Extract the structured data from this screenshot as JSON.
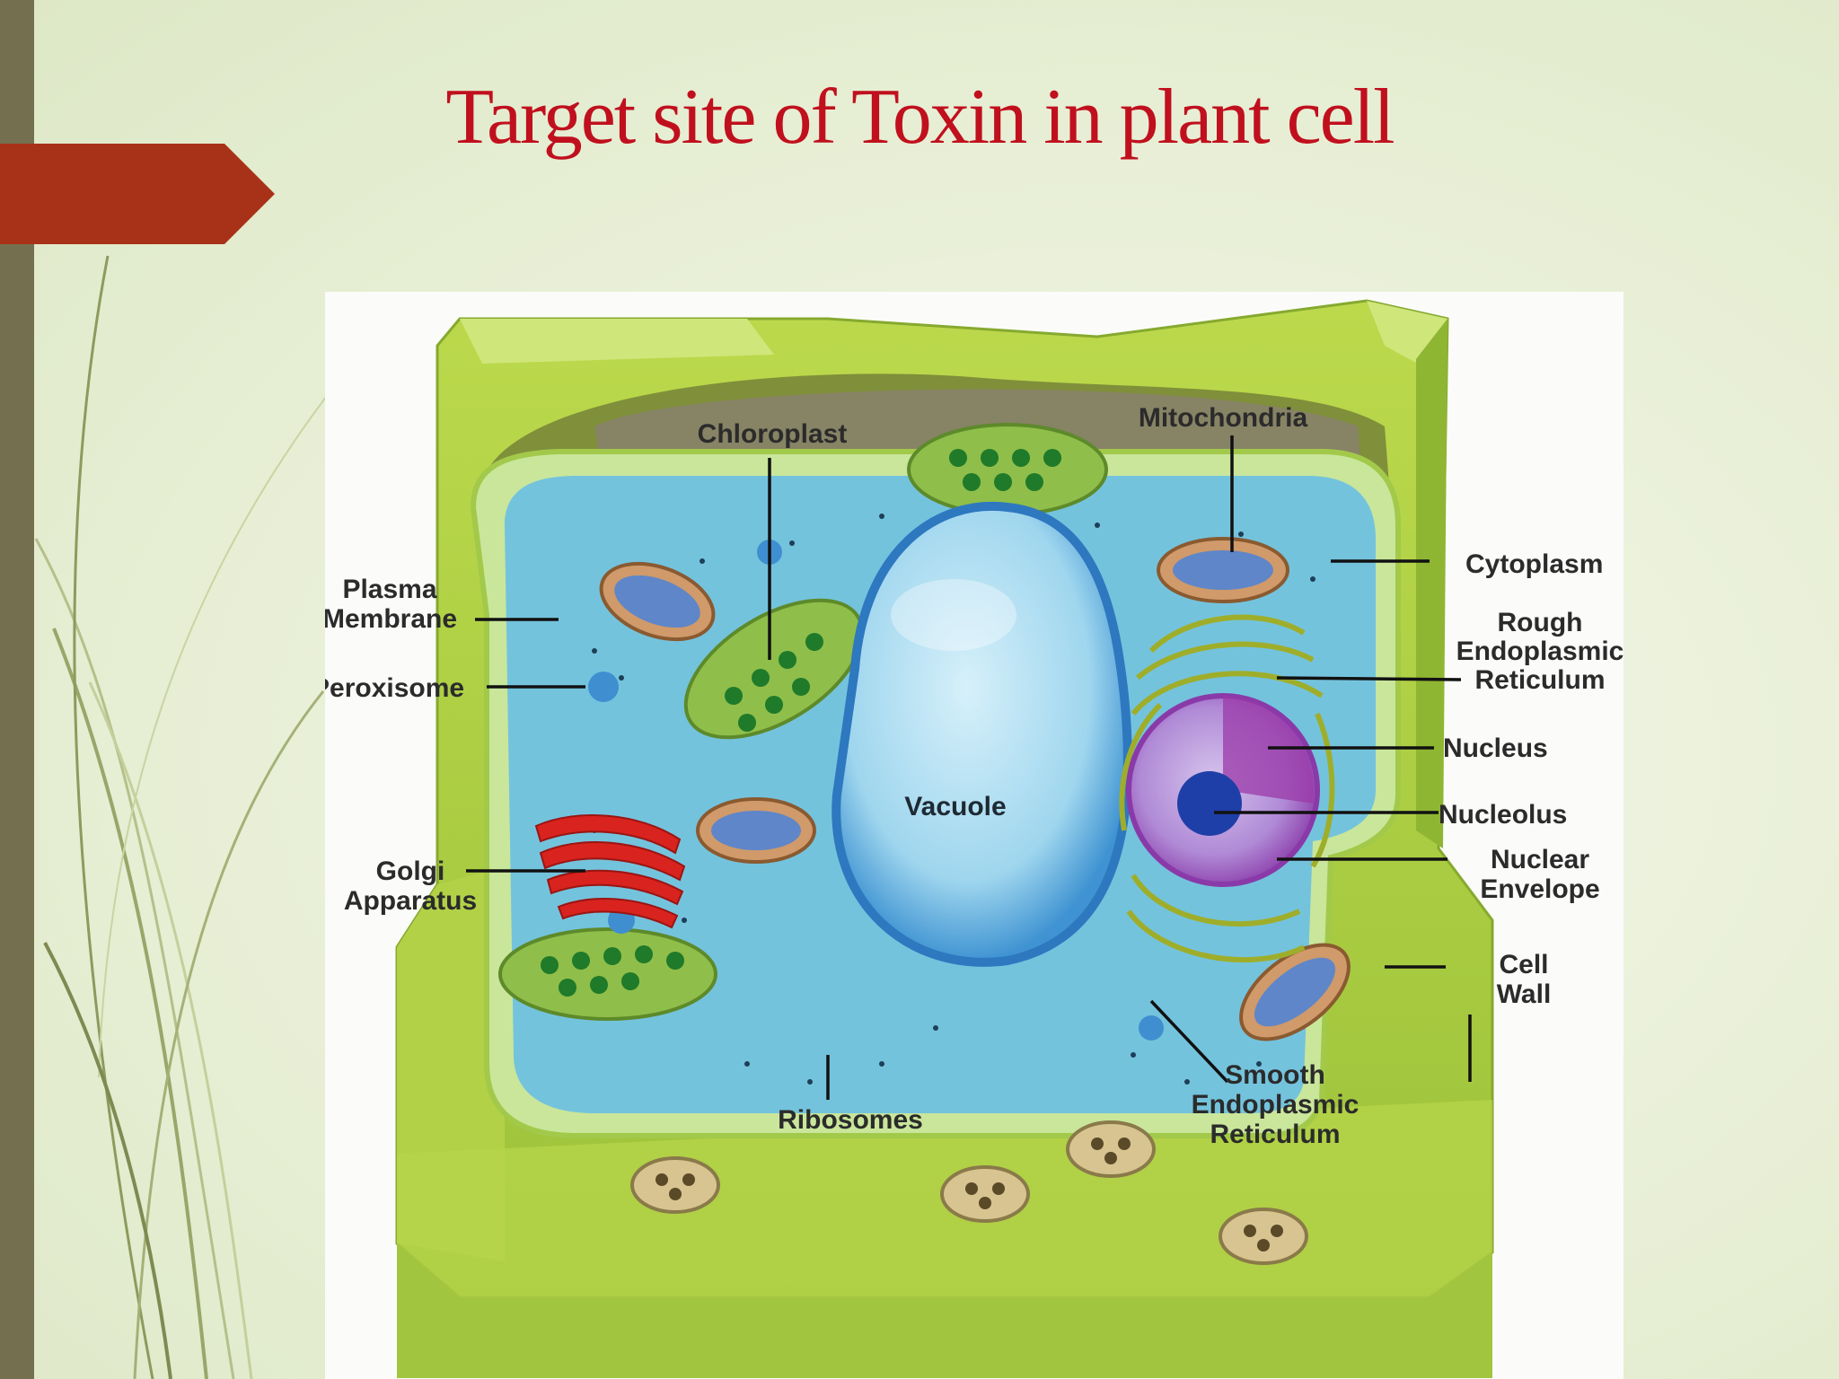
{
  "slide": {
    "title": "Target site of Toxin in plant cell"
  },
  "diagram": {
    "labels": {
      "chloroplast": "Chloroplast",
      "mitochondria": "Mitochondria",
      "cytoplasm": "Cytoplasm",
      "rough_er_1": "Rough",
      "rough_er_2": "Endoplasmic",
      "rough_er_3": "Reticulum",
      "nucleus": "Nucleus",
      "nucleolus": "Nucleolus",
      "nuclear_envelope_1": "Nuclear",
      "nuclear_envelope_2": "Envelope",
      "cell_wall_1": "Cell",
      "cell_wall_2": "Wall",
      "smooth_er_1": "Smooth",
      "smooth_er_2": "Endoplasmic",
      "smooth_er_3": "Reticulum",
      "ribosomes": "Ribosomes",
      "golgi_1": "Golgi",
      "golgi_2": "Apparatus",
      "peroxisome": "Peroxisome",
      "plasma_membrane_1": "Plasma",
      "plasma_membrane_2": "Membrane",
      "vacuole": "Vacuole"
    }
  },
  "colors": {
    "title": "#c0101e",
    "accent_tab": "#a83218",
    "sidebar": "#74704f",
    "cell_wall": "#a9cc3d",
    "cytoplasm": "#74c3dd",
    "vacuole": "#a9dcf0",
    "nucleus": "#b46cc8",
    "golgi": "#d8231f"
  }
}
